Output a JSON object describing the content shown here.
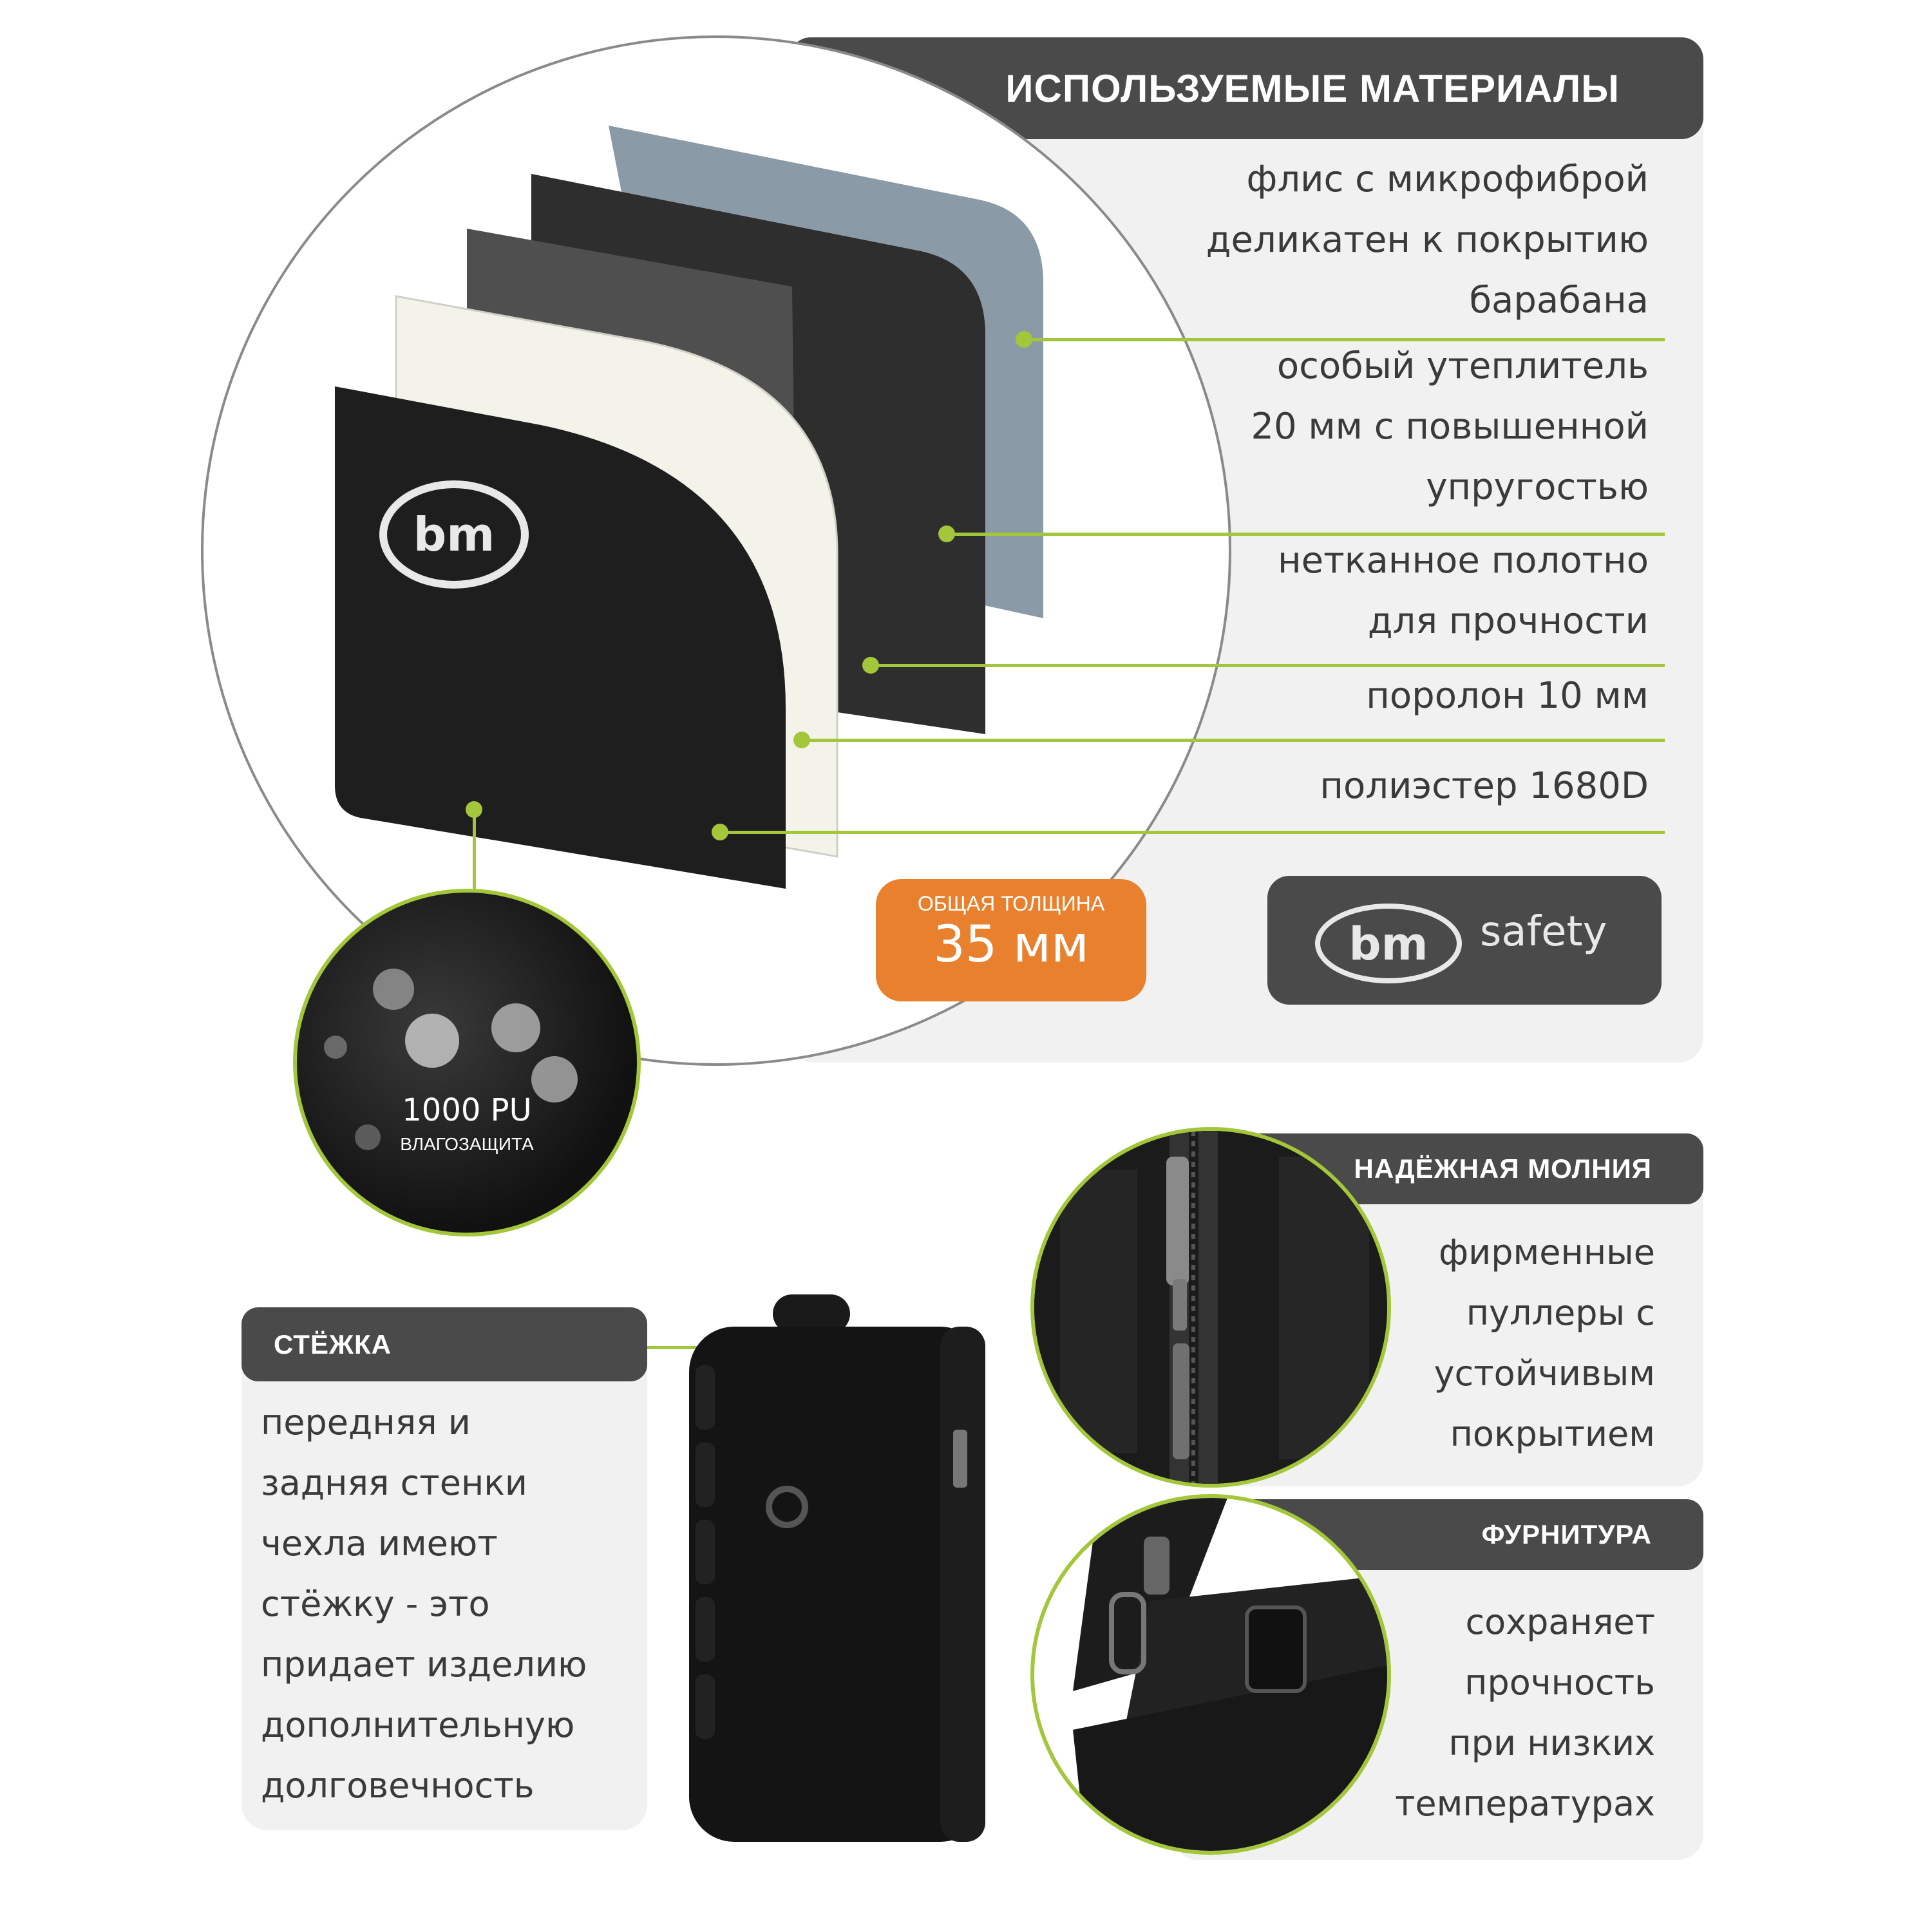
{
  "materials": {
    "title": "ИСПОЛЬЗУЕМЫЕ МАТЕРИАЛЫ",
    "layers": [
      {
        "lines": [
          "флис с микрофиброй",
          "деликатен к покрытию",
          "барабана"
        ]
      },
      {
        "lines": [
          "особый утеплитель",
          "20 мм с повышенной",
          "упругостью"
        ]
      },
      {
        "lines": [
          "нетканное полотно",
          "для прочности"
        ]
      },
      {
        "lines": [
          "поролон 10 мм"
        ]
      },
      {
        "lines": [
          "полиэстер 1680D"
        ]
      }
    ],
    "thickness": {
      "label": "ОБЩАЯ ТОЛЩИНА",
      "value": "35 мм"
    },
    "brand": {
      "safety": "safety"
    },
    "waterproof": {
      "value": "1000 PU",
      "label": "ВЛАГОЗАЩИТА"
    }
  },
  "zipper": {
    "title": "НАДЁЖНАЯ МОЛНИЯ",
    "lines": [
      "фирменные",
      "пуллеры с",
      "устойчивым",
      "покрытием"
    ]
  },
  "hardware": {
    "title": "ФУРНИТУРА",
    "lines": [
      "сохраняет",
      "прочность",
      "при низких",
      "температурах"
    ]
  },
  "stitch": {
    "title": "СТЁЖКА",
    "lines": [
      "передняя и",
      "задняя стенки",
      "чехла имеют",
      "стёжку - это",
      "придает изделию",
      "дополнительную",
      "долговечность"
    ]
  },
  "colors": {
    "header": "#4a4a4a",
    "panel": "#f1f1f1",
    "accent_green": "#a4c63a",
    "accent_orange": "#e8802e"
  }
}
